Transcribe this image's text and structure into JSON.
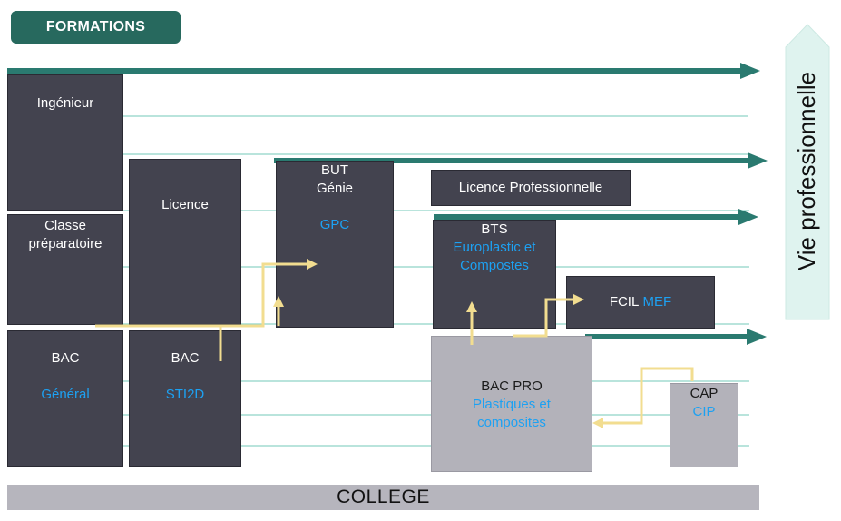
{
  "header": {
    "formations_label": "FORMATIONS"
  },
  "side": {
    "vie_label": "Vie professionnelle"
  },
  "college": {
    "label": "COLLEGE"
  },
  "boxes": {
    "ingenieur": {
      "label": "Ingénieur"
    },
    "classe_prep": {
      "line1": "Classe",
      "line2": "préparatoire"
    },
    "bac_general": {
      "label": "BAC",
      "sub": "Général"
    },
    "licence": {
      "label": "Licence"
    },
    "bac_sti2d": {
      "label": "BAC",
      "sub": "STI2D"
    },
    "but": {
      "line1": "BUT",
      "line2": "Génie",
      "sub": "GPC"
    },
    "licence_pro": {
      "label": "Licence Professionnelle"
    },
    "bts": {
      "label": "BTS",
      "sub1": "Europlastic et",
      "sub2": "Compostes"
    },
    "fcil": {
      "label": "FCIL",
      "sub": "MEF"
    },
    "bac_pro": {
      "label": "BAC PRO",
      "sub1": "Plastiques et",
      "sub2": "composites"
    },
    "cap": {
      "label": "CAP",
      "sub": "CIP"
    }
  },
  "colors": {
    "teal": "#27695e",
    "arrow_teal": "#2a7a70",
    "guide_line": "#8fd3c7",
    "path_yellow": "#f2dd90",
    "dark_box": "#43434f",
    "grey_box": "#b3b2ba",
    "accent_blue": "#1da1f2",
    "vie_bg": "#dff3ef"
  }
}
